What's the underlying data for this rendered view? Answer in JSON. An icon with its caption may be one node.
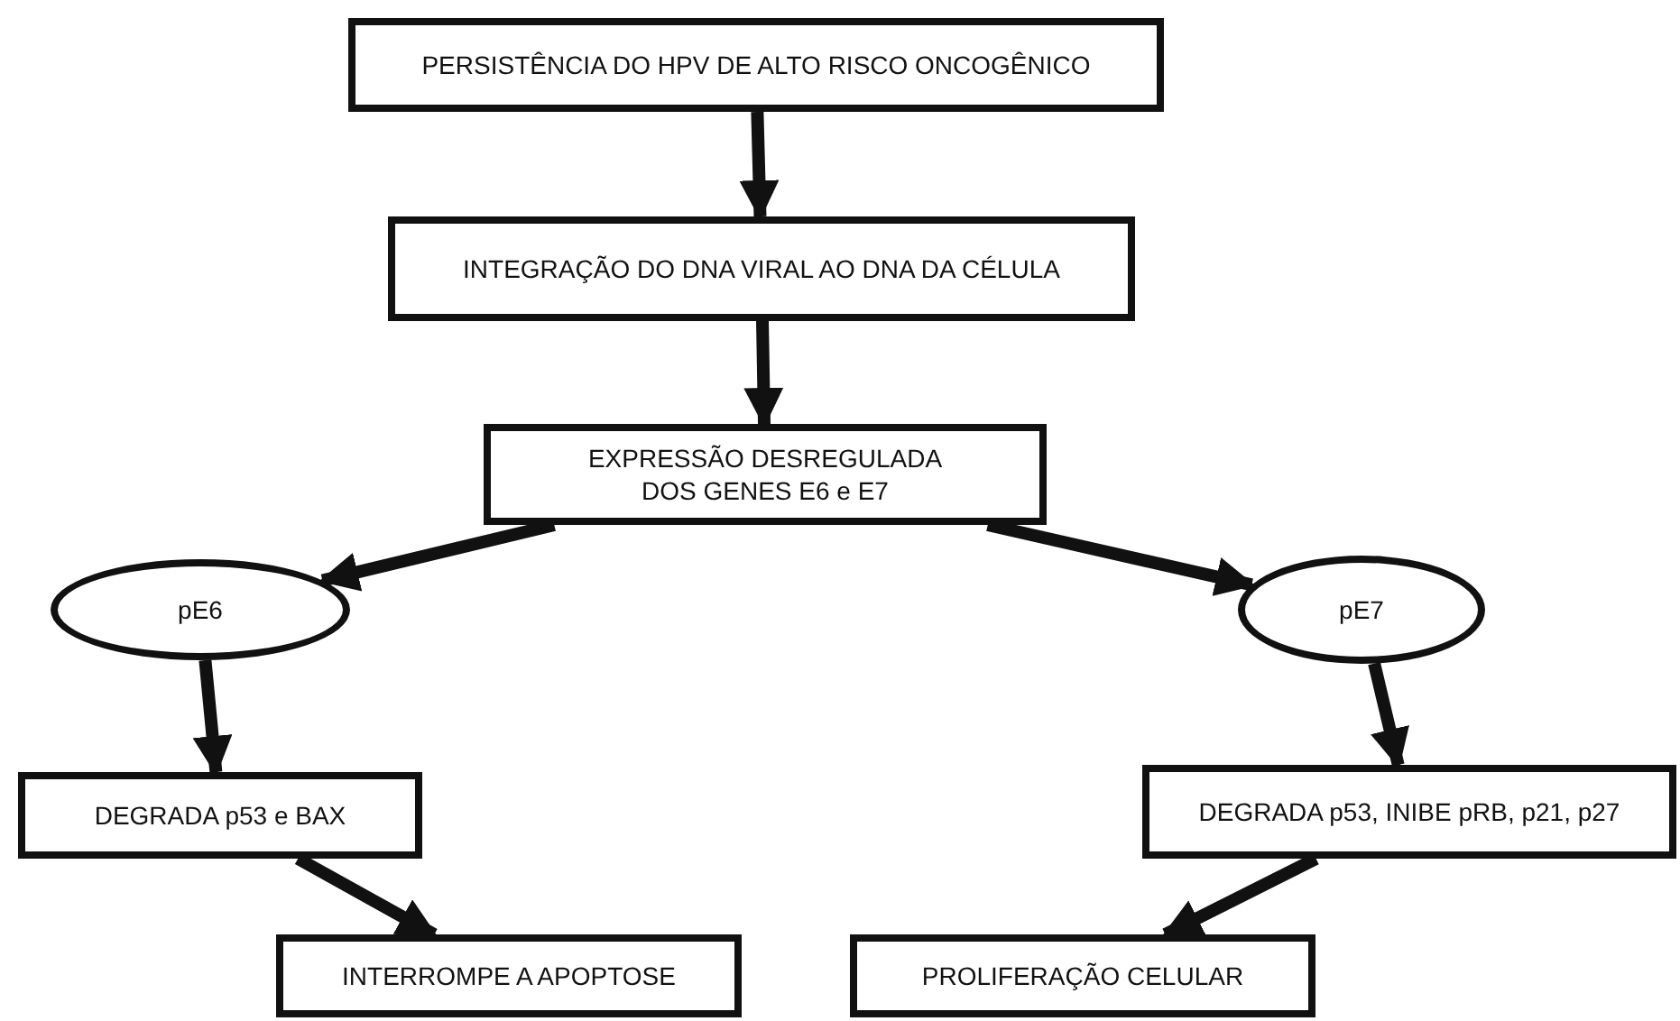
{
  "diagram": {
    "nodes": [
      {
        "text": [
          "PERSISTÊNCIA DO HPV DE ALTO RISCO ONCOGÊNICO"
        ]
      },
      {
        "text": [
          "INTEGRAÇÃO DO DNA VIRAL AO DNA DA CÉLULA"
        ]
      },
      {
        "text": [
          "EXPRESSÃO DESREGULADA DOS GENES E6 e E7"
        ]
      },
      {
        "text": [
          "pE6"
        ]
      },
      {
        "text": [
          "pE7"
        ]
      },
      {
        "text": [
          "DEGRADA p53 e BAX"
        ]
      },
      {
        "text": [
          "DEGRADA p53, INIBE pRB, p21, p27"
        ]
      },
      {
        "text": [
          "INTERROMPE A APOPTOSE"
        ]
      },
      {
        "text": [
          "PROLIFERAÇÃO CELULAR"
        ]
      }
    ],
    "edges": [
      {
        "from": 0,
        "to": 1,
        "arrow": "to"
      },
      {
        "from": 1,
        "to": 2,
        "arrow": "to"
      },
      {
        "from": 2,
        "to": 3,
        "arrow": "to"
      },
      {
        "from": 2,
        "to": 4,
        "arrow": "to"
      },
      {
        "from": 3,
        "to": 5,
        "arrow": "to"
      },
      {
        "from": 4,
        "to": 6,
        "arrow": "to"
      },
      {
        "from": 5,
        "to": 7,
        "arrow": "to"
      },
      {
        "from": 6,
        "to": 8,
        "arrow": "to"
      }
    ]
  }
}
